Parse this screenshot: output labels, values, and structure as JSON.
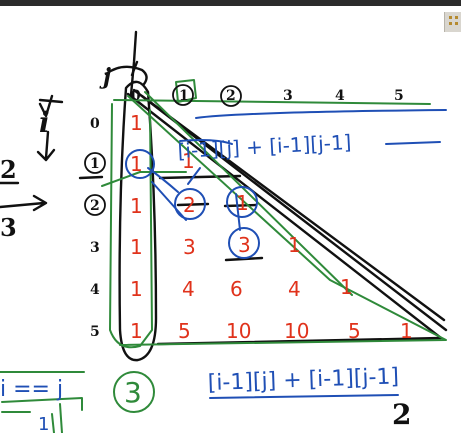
{
  "labels": {
    "j": "j",
    "i": "i",
    "arrow": "↓",
    "left_top": "2",
    "left_bottom": "3"
  },
  "col_headers": [
    "0",
    "1",
    "2",
    "3",
    "4",
    "5"
  ],
  "row_headers": [
    "0",
    "1",
    "2",
    "3",
    "4",
    "5"
  ],
  "triangle": [
    [
      "1"
    ],
    [
      "1",
      "1"
    ],
    [
      "1",
      "2",
      "1"
    ],
    [
      "1",
      "3",
      "3",
      "1"
    ],
    [
      "1",
      "4",
      "6",
      "4",
      "1"
    ],
    [
      "1",
      "5",
      "10",
      "10",
      "5",
      "1"
    ]
  ],
  "formulas": {
    "top": "[i-1][j] + [i-1][j-1]",
    "bottom": "[i-1][j] + [i-1][j-1]",
    "bottom_sub": "2",
    "condition": "i == j",
    "condition_sub": "1",
    "circled": "3"
  },
  "colors": {
    "red_ink": "#e0321b",
    "black_ink": "#111111",
    "blue_ink": "#1f4fb5",
    "green_ink": "#2f8a3a"
  }
}
